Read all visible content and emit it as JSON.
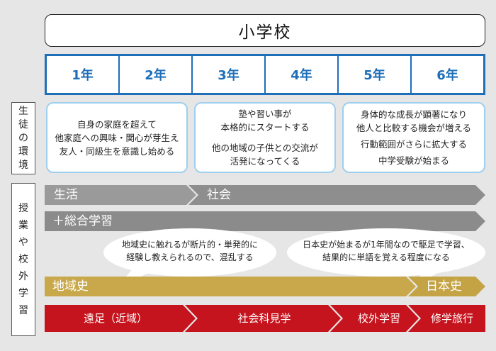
{
  "title": "小学校",
  "grades": [
    "1年",
    "2年",
    "3年",
    "4年",
    "5年",
    "6年"
  ],
  "side_labels": {
    "environment": [
      "生",
      "徒",
      "の",
      "環",
      "境"
    ],
    "classes": [
      "授",
      "業",
      "や",
      "校",
      "外",
      "学",
      "習"
    ]
  },
  "environment": {
    "box1": [
      "自身の家庭を超えて",
      "他家庭への興味・関心が芽生え",
      "友人・同級生を意識し始める"
    ],
    "box2a": [
      "塾や習い事が",
      "本格的にスタートする"
    ],
    "box2b": [
      "他の地域の子供との交流が",
      "活発になってくる"
    ],
    "box3": [
      "身体的な成長が顕著になり",
      "他人と比較する機会が増える",
      "行動範囲がさらに拡大する",
      "中学受験が始まる"
    ]
  },
  "subjects": {
    "life": "生活",
    "social": "社会",
    "integrated": "＋総合学習"
  },
  "bubbles": {
    "left": [
      "地域史に触れるが断片的・単発的に",
      "経験し教えられるので、混乱する"
    ],
    "right": [
      "日本史が始まるが1年間なので駆足で学習、",
      "結果的に単語を覚える程度になる"
    ]
  },
  "history": {
    "local": "地域史",
    "japan": "日本史"
  },
  "activities": [
    "遠足（近域）",
    "社会科見学",
    "校外学習",
    "修学旅行"
  ],
  "colors": {
    "blue": "#1e6fb8",
    "light_blue": "#9fcfee",
    "gold": "#c8a84a",
    "red": "#c5141e",
    "gray": "#9a9a9a"
  }
}
